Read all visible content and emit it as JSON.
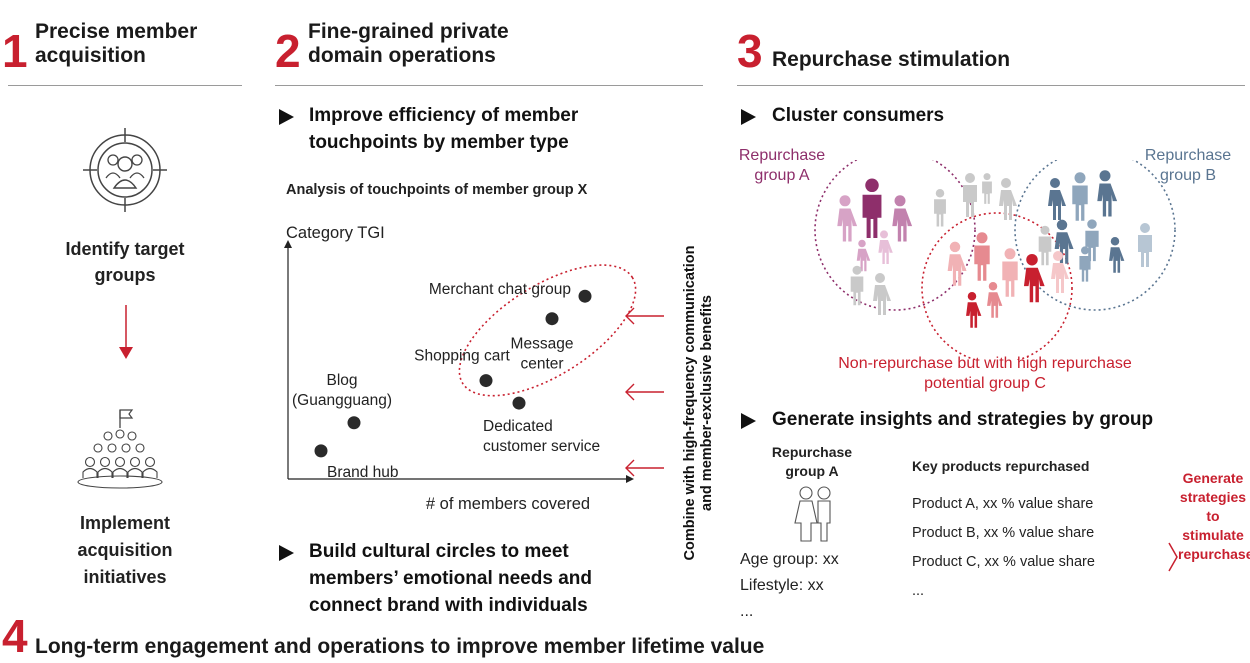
{
  "sections": {
    "s1": {
      "number": "1",
      "title_line1": "Precise member",
      "title_line2": "acquisition"
    },
    "s2": {
      "number": "2",
      "title_line1": "Fine-grained private",
      "title_line2": "domain operations"
    },
    "s3": {
      "number": "3",
      "title": "Repurchase stimulation"
    },
    "s4": {
      "number": "4",
      "title": "Long-term engagement and operations to improve member lifetime value"
    }
  },
  "col1": {
    "identify_line1": "Identify target",
    "identify_line2": "groups",
    "implement_line1": "Implement",
    "implement_line2": "acquisition",
    "implement_line3": "initiatives",
    "icons": [
      "target-group-icon",
      "down-arrow-icon",
      "crowd-flag-icon"
    ]
  },
  "col2": {
    "bullet1_line1": "Improve efficiency of member",
    "bullet1_line2": "touchpoints by member type",
    "chart_title": "Analysis of touchpoints of member group X",
    "bullet2_line1": "Build cultural circles to meet",
    "bullet2_line2": "members’ emotional needs and",
    "bullet2_line3": "connect brand with individuals",
    "side_note_line1": "Combine with high-frequency communication",
    "side_note_line2": "and member-exclusive benefits"
  },
  "chart_data": {
    "type": "scatter",
    "title": "Analysis of touchpoints of member group X",
    "xlabel": "# of members covered",
    "ylabel": "Category TGI",
    "grid": false,
    "points": [
      {
        "label": "Brand hub",
        "x": 1,
        "y": 1
      },
      {
        "label": "Blog (Guangguang)",
        "x": 2,
        "y": 2
      },
      {
        "label": "Shopping cart",
        "x": 6,
        "y": 3.5
      },
      {
        "label": "Dedicated customer service",
        "x": 7,
        "y": 2.7
      },
      {
        "label": "Message center",
        "x": 8,
        "y": 5.7
      },
      {
        "label": "Merchant chat group",
        "x": 9,
        "y": 6.5
      }
    ],
    "label_lines": {
      "Brand hub": [
        "Brand hub"
      ],
      "Blog (Guangguang)": [
        "Blog",
        "(Guangguang)"
      ],
      "Shopping cart": [
        "Shopping cart"
      ],
      "Dedicated customer service": [
        "Dedicated",
        "customer service"
      ],
      "Message center": [
        "Message",
        "center"
      ],
      "Merchant chat group": [
        "Merchant chat group"
      ]
    },
    "xlim": [
      0,
      10
    ],
    "ylim": [
      0,
      8
    ],
    "highlight": [
      "Shopping cart",
      "Message center",
      "Merchant chat group"
    ]
  },
  "col3": {
    "bullet1": "Cluster consumers",
    "group_a_line1": "Repurchase",
    "group_a_line2": "group A",
    "group_b_line1": "Repurchase",
    "group_b_line2": "group B",
    "group_c_line1": "Non-repurchase but with high repurchase",
    "group_c_line2": "potential group C",
    "bullet2": "Generate insights and strategies by group",
    "card_title_line1": "Repurchase",
    "card_title_line2": "group A",
    "age": "Age group: xx",
    "lifestyle": "Lifestyle: xx",
    "ellipsis1": "...",
    "key_products_title": "Key products repurchased",
    "products": [
      "Product A, xx % value share",
      "Product B, xx % value share",
      "Product C, xx % value share",
      "..."
    ],
    "strategy_lines": [
      "Generate",
      "strategies",
      "to",
      "stimulate",
      "repurchase"
    ]
  },
  "colors": {
    "accent_red": "#c8202f",
    "group_a": "#8e2f6b",
    "group_b": "#5a7591",
    "group_c": "#c8202f",
    "person_grey": "#c9c9c9"
  }
}
